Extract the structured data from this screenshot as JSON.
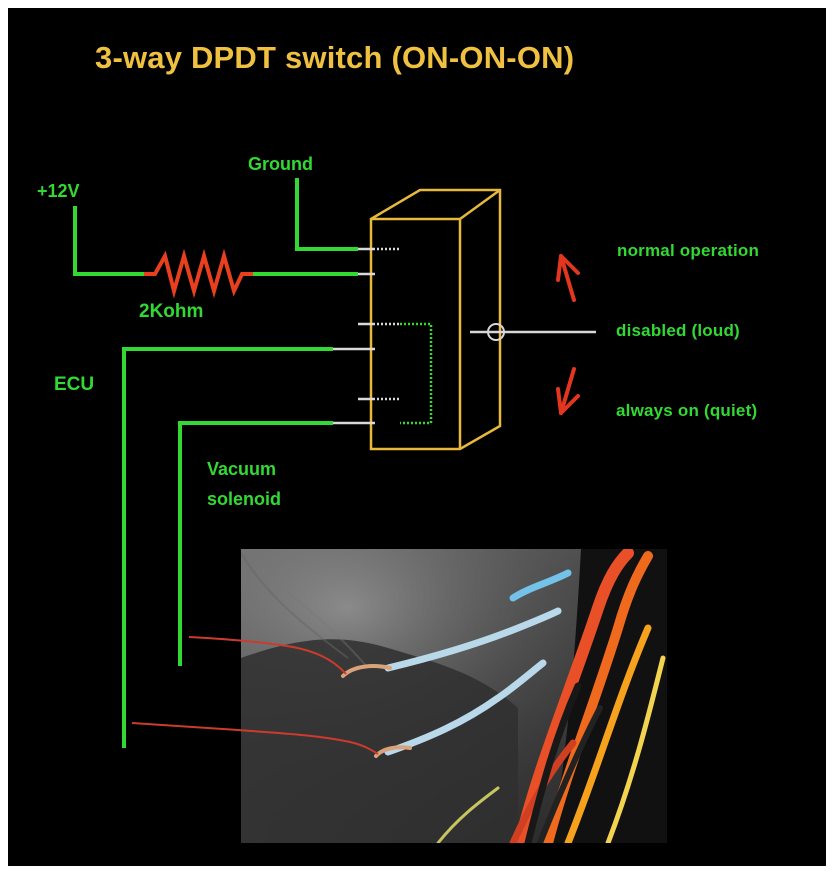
{
  "diagram": {
    "title": "3-way DPDT switch  (ON-ON-ON)",
    "labels": {
      "ground": "Ground",
      "v12": "+12V",
      "resistor": "2Kohm",
      "ecu": "ECU",
      "vacuum_line1": "Vacuum",
      "vacuum_line2": "solenoid",
      "normal": "normal operation",
      "disabled": "disabled (loud)",
      "quiet": "always on (quiet)"
    },
    "colors": {
      "background": "#000000",
      "title": "#f0c040",
      "wire_green": "#32d932",
      "resistor_red": "#e8401e",
      "switch_outline": "#e7b93b",
      "pin_line": "#cfcfcf",
      "arrow_red": "#e2361f",
      "lead_red": "#cc3b2c"
    }
  }
}
